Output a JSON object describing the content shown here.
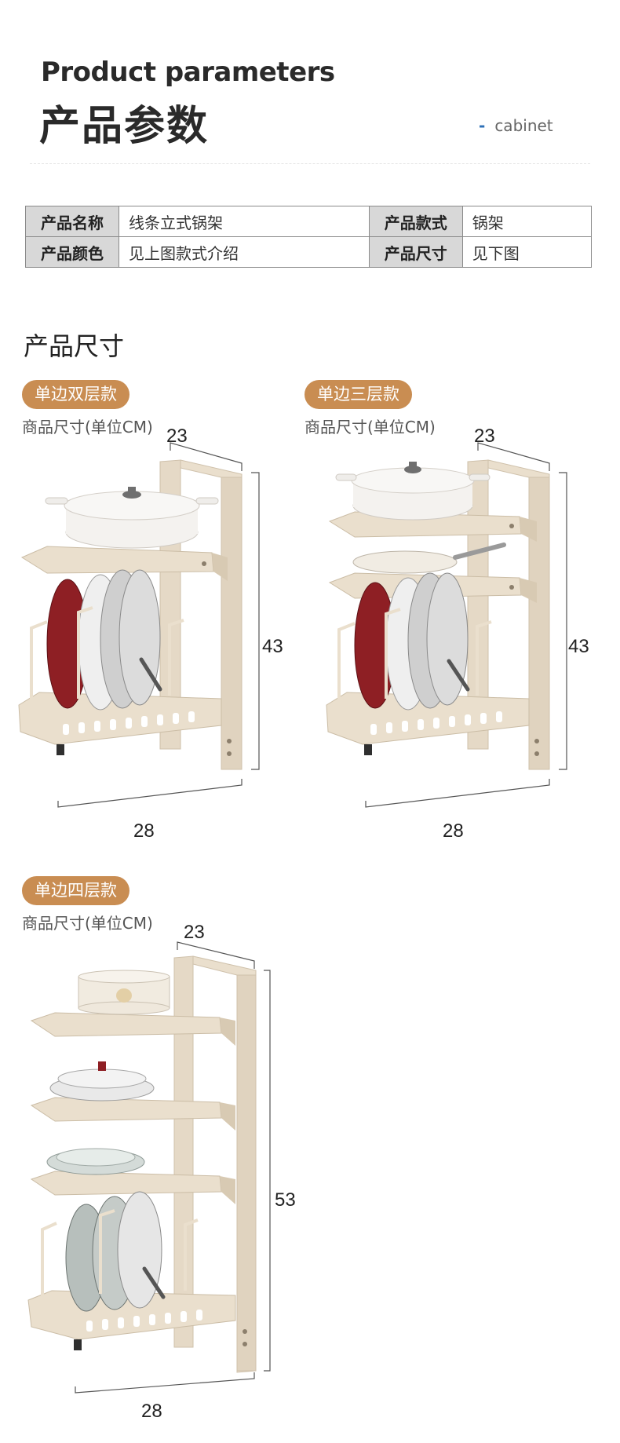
{
  "header": {
    "title_en": "Product parameters",
    "title_cn": "产品参数",
    "tag_dash": "-",
    "tag": "cabinet"
  },
  "params": {
    "rows": [
      {
        "k1": "产品名称",
        "v1": "线条立式锅架",
        "k2": "产品款式",
        "v2": "锅架"
      },
      {
        "k1": "产品颜色",
        "v1": "见上图款式介绍",
        "k2": "产品尺寸",
        "v2": "见下图"
      }
    ]
  },
  "size_section": {
    "title": "产品尺寸",
    "unit_label": "商品尺寸(单位CM)",
    "variants": [
      {
        "name": "单边双层款",
        "depth": "23",
        "height": "43",
        "width": "28"
      },
      {
        "name": "单边三层款",
        "depth": "23",
        "height": "43",
        "width": "28"
      },
      {
        "name": "单边四层款",
        "depth": "23",
        "height": "53",
        "width": "28"
      }
    ]
  },
  "colors": {
    "badge": "#c98d52",
    "rack": "#e7dccb",
    "pan_red": "#8e1f24",
    "pot_white": "#f3f1ee"
  }
}
